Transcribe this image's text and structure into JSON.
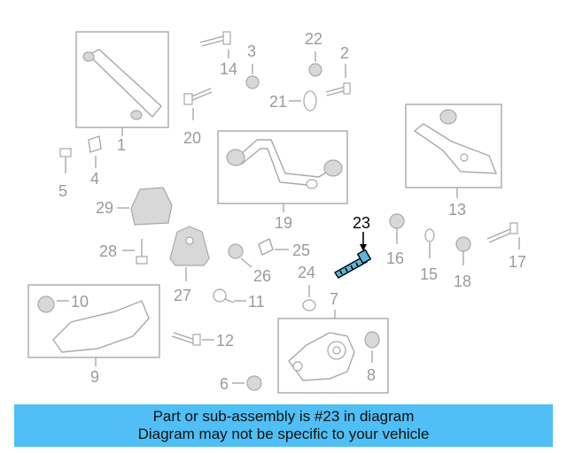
{
  "labels": {
    "l1": "1",
    "l2": "2",
    "l3": "3",
    "l4": "4",
    "l5": "5",
    "l6": "6",
    "l7": "7",
    "l8": "8",
    "l9": "9",
    "l10": "10",
    "l11": "11",
    "l12": "12",
    "l13": "13",
    "l14": "14",
    "l15": "15",
    "l16": "16",
    "l17": "17",
    "l18": "18",
    "l19": "19",
    "l20": "20",
    "l21": "21",
    "l22": "22",
    "l23": "23",
    "l24": "24",
    "l25": "25",
    "l26": "26",
    "l27": "27",
    "l28": "28",
    "l29": "29"
  },
  "highlighted_part": "23",
  "colors": {
    "banner": "#4fbff5",
    "highlight": "#000000",
    "part_lines": "#a8a8a8",
    "highlight_part_fill": "#5bb8d8"
  },
  "banner": {
    "line1": "Part or sub-assembly is #23 in diagram",
    "line2": "Diagram may not be specific to your vehicle"
  }
}
